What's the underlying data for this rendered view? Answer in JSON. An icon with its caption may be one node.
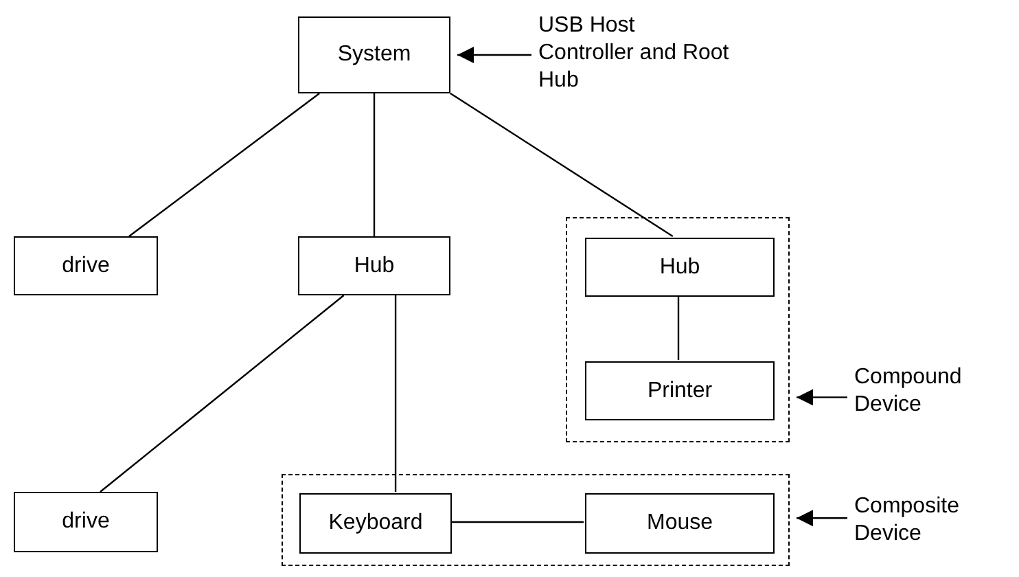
{
  "diagram": {
    "nodes": [
      {
        "text": [
          "System"
        ]
      },
      {
        "text": [
          "USB Host Controller and Root  Hub"
        ]
      },
      {
        "text": [
          "drive"
        ]
      },
      {
        "text": [
          "Hub"
        ]
      },
      {
        "text": [],
        "shape": "box"
      },
      {
        "text": [
          "Hub"
        ],
        "in": 4
      },
      {
        "text": [
          "Printer"
        ],
        "in": 4
      },
      {
        "text": [
          "Compound Device"
        ]
      },
      {
        "text": [
          "drive"
        ]
      },
      {
        "text": [],
        "shape": "box"
      },
      {
        "text": [
          "Keyboard"
        ],
        "in": 9
      },
      {
        "text": [
          "Mouse"
        ],
        "in": 9
      },
      {
        "text": [
          "Composite Device"
        ]
      }
    ],
    "edges": [
      {
        "from": 0,
        "to": 2,
        "arrow": "none"
      },
      {
        "from": 0,
        "to": 3,
        "arrow": "none"
      },
      {
        "from": 0,
        "to": 5,
        "arrow": "none"
      },
      {
        "from": 5,
        "to": 6,
        "arrow": "none"
      },
      {
        "from": 3,
        "to": 8,
        "arrow": "none"
      },
      {
        "from": 3,
        "to": 10,
        "arrow": "none"
      },
      {
        "from": 10,
        "to": 11,
        "arrow": "none"
      },
      {
        "from": 1,
        "to": 0,
        "arrow": "to"
      },
      {
        "from": 7,
        "to": 4,
        "arrow": "to"
      },
      {
        "from": 12,
        "to": 9,
        "arrow": "to"
      }
    ]
  }
}
